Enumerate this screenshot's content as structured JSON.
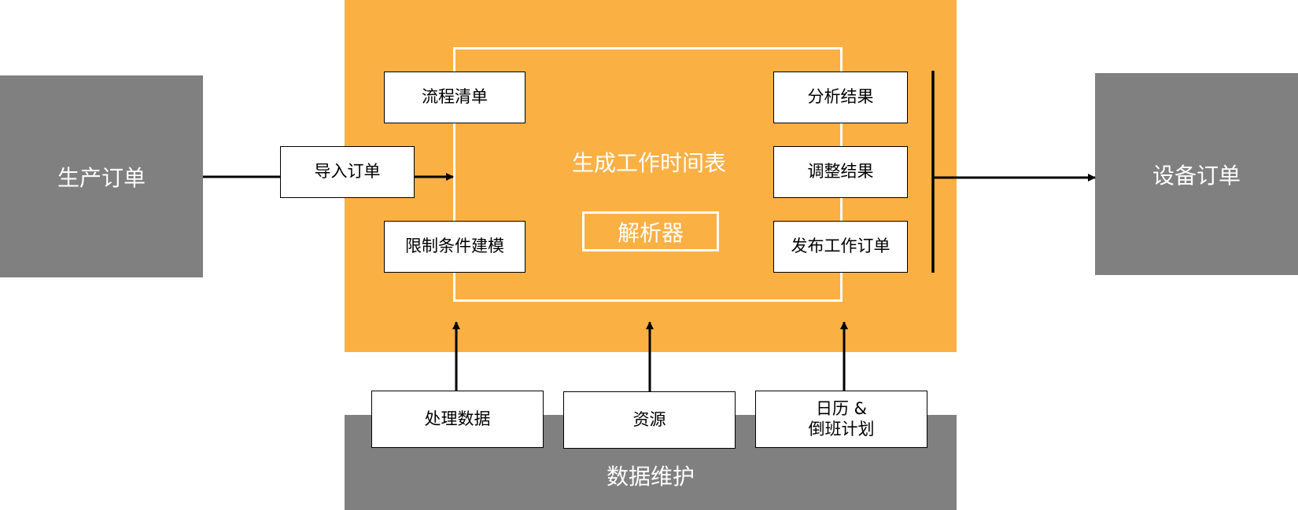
{
  "input_block": "生产订单",
  "output_block": "设备订单",
  "import_order": "导入订单",
  "center": {
    "title": "生成工作时间表",
    "solver": "解析器"
  },
  "left_boxes": [
    "流程清单",
    "限制条件建模"
  ],
  "right_boxes": [
    "分析结果",
    "调整结果",
    "发布工作订单"
  ],
  "bottom_boxes": [
    "处理数据",
    "资源",
    "日历 &\n倒班计划"
  ],
  "data_maintenance": "数据维护",
  "colors": {
    "orange": "#fbb044",
    "grey": "#808080"
  }
}
